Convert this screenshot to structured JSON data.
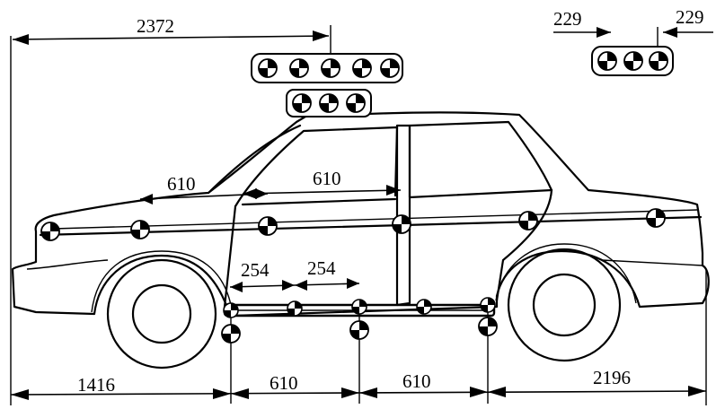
{
  "dimensions": {
    "front_to_target": "2372",
    "hood_spacing": "610",
    "door_spacing": "610",
    "sill_spacing_a": "254",
    "sill_spacing_b": "254",
    "front_overhang": "1416",
    "bottom_spacing_a": "610",
    "bottom_spacing_b": "610",
    "rear_overhang": "2196",
    "roof_spacing_left": "229",
    "roof_spacing_right": "229"
  },
  "colors": {
    "line": "#000000",
    "background": "#ffffff"
  },
  "icons": {
    "target": "photogrammetric-target-icon"
  }
}
